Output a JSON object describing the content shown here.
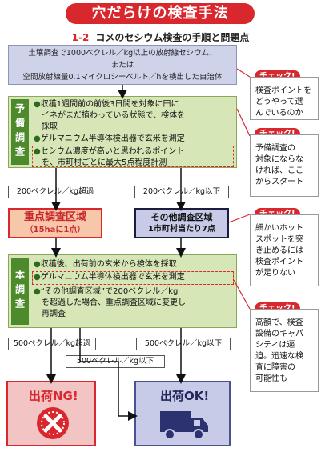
{
  "header": {
    "title": "穴だらけの検査手法",
    "figure_number": "1-2",
    "subtitle": "コメのセシウム検査の手順と問題点"
  },
  "criteria_box": {
    "line1": "土壌調査で1000ベクレル／kg以上の放射線セシウム、",
    "line2": "または",
    "line3": "空間放射線量0.1マイクロシーベルト／hを検出した自治体"
  },
  "preliminary": {
    "label": "予備調査",
    "item1_a": "収穫1週間前の前後3日間を対象に田に",
    "item1_b": "イネがまだ植わっている状態で、検体を",
    "item1_c": "採取",
    "item2": "ゲルマニウム半導体検出器で玄米を測定",
    "item3_a": "セシウム濃度が高いと思われるポイント",
    "item3_b": "を、市町村ごとに最大5点程度計測"
  },
  "branch1": {
    "left": "200ベクレル／kg超過",
    "right": "200ベクレル／kg以下"
  },
  "focus_zone": {
    "title": "重点調査区域",
    "sub": "（15haに1点）"
  },
  "other_zone": {
    "title": "その他調査区域",
    "sub": "1市町村当たり7点"
  },
  "main_survey": {
    "label": "本調査",
    "item1": "収穫後、出荷前の玄米から検体を採取",
    "item2": "ゲルマニウム半導体検出器で玄米を測定",
    "item3_a": "“その他調査区域”で200ベクレル／kg",
    "item3_b": "を超過した場合、重点調査区域に変更し",
    "item3_c": "再調査"
  },
  "branch2": {
    "left": "500ベクレル／kg超過",
    "middle": "500ベクレル／kg以下",
    "right": "500ベクレル／kg以下"
  },
  "outcomes": {
    "ng": "出荷NG!",
    "ok": "出荷OK!"
  },
  "checks": [
    {
      "tag": "チェック!",
      "text_lines": [
        "検査ポイントを",
        "どうやって選",
        "んでいるのか"
      ]
    },
    {
      "tag": "チェック!",
      "text_lines": [
        "予備調査の",
        "対象にならな",
        "ければ、ここ",
        "からスタート"
      ]
    },
    {
      "tag": "チェック!",
      "text_lines": [
        "細かいホット",
        "スポットを突",
        "き止めるには",
        "検査ポイント",
        "が足りない"
      ]
    },
    {
      "tag": "チェック!",
      "text_lines": [
        "高額で、検査",
        "設備のキャパ",
        "シティは逼",
        "迫。迅速な検",
        "査に障害の",
        "可能性も"
      ]
    }
  ],
  "colors": {
    "accent_red": "#d8282e",
    "green_label": "#4d8a2c",
    "green_fill": "#d6e6b6",
    "blue_fill": "#c7cbe7",
    "ng_fill": "#f2c4c4"
  }
}
